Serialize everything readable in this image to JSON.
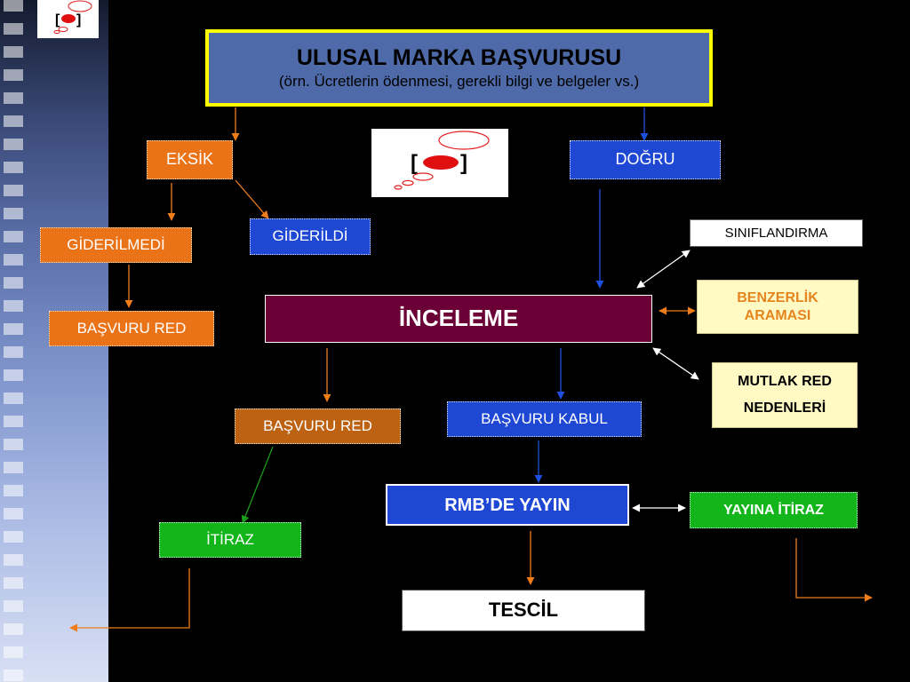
{
  "title": {
    "main": "ULUSAL MARKA BAŞVURUSU",
    "subtitle": "(örn. Ücretlerin ödenmesi, gerekli bilgi ve belgeler vs.)"
  },
  "nodes": {
    "eksik": "EKSİK",
    "dogru": "DOĞRU",
    "giderildi": "GİDERİLDİ",
    "giderilmedi": "GİDERİLMEDİ",
    "basvuru_red_1": "BAŞVURU RED",
    "siniflandirma": "SINIFLANDIRMA",
    "benzerlik_aramasi": "BENZERLİK ARAMASI",
    "inceleme": "İNCELEME",
    "mutlak_red_nedenleri": "MUTLAK RED NEDENLERİ",
    "basvuru_red_2": "BAŞVURU RED",
    "basvuru_kabul": "BAŞVURU KABUL",
    "rmb_yayin": "RMB’DE YAYIN",
    "yayina_itiraz": "YAYINA İTİRAZ",
    "itiraz": "İTİRAZ",
    "tescil": "TESCİL"
  },
  "colors": {
    "orange": "#ea7317",
    "blue": "#1e48d4",
    "green": "#13b61a",
    "brown": "#bd6112",
    "inceleme": "#6b0037",
    "title_border": "#ffff00",
    "cream": "#fff9c4"
  },
  "icons": [
    "speech-bubble-logo-icon"
  ]
}
